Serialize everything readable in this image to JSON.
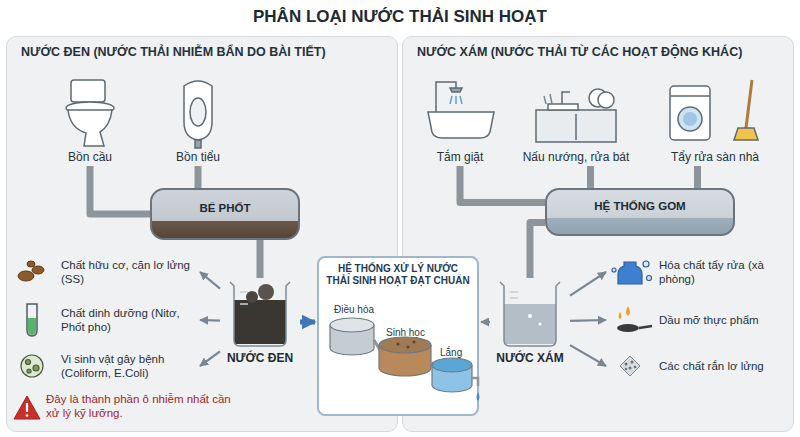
{
  "diagram": {
    "title": "PHÂN LOẠI NƯỚC THẢI SINH HOẠT",
    "nodes": [
      {
        "text": [
          "NƯỚC ĐEN (NƯỚC THẢI NHIỄM BẨN DO BÀI TIẾT)"
        ]
      },
      {
        "text": [
          "Bồn cầu"
        ],
        "in": 0
      },
      {
        "text": [
          "Bồn tiểu"
        ],
        "in": 0
      },
      {
        "text": [
          "BỂ PHỐT"
        ],
        "in": 0
      },
      {
        "text": [
          "NƯỚC ĐEN"
        ],
        "in": 0
      },
      {
        "text": [
          "Chất hữu cơ, cặn lơ lửng (SS)"
        ],
        "in": 0
      },
      {
        "text": [
          "Chất dinh dưỡng (Nitơ, Phốt pho)"
        ],
        "in": 0
      },
      {
        "text": [
          "Vi sinh vật gây bệnh (Coliform, E.Coli)"
        ],
        "in": 0
      },
      {
        "text": [
          "HỆ THỐNG XỬ LÝ NƯỚC THẢI SINH HOẠT ĐẠT CHUẨN"
        ]
      },
      {
        "text": [
          "NƯỚC XÁM (NƯỚC THẢI TỪ CÁC HOẠT ĐỘNG KHÁC)"
        ]
      },
      {
        "text": [
          "Tắm giặt"
        ],
        "in": 9
      },
      {
        "text": [
          "Nấu nướng, rửa bát"
        ],
        "in": 9
      },
      {
        "text": [
          "Tẩy rửa sàn nhà"
        ],
        "in": 9
      },
      {
        "text": [
          "HỆ THỐNG GOM"
        ],
        "in": 9
      },
      {
        "text": [
          "NƯỚC XÁM"
        ],
        "in": 9
      },
      {
        "text": [
          "Hóa chất tẩy rửa (xà phòng)"
        ],
        "in": 9
      },
      {
        "text": [
          "Dầu mỡ thực phẩm"
        ],
        "in": 9
      },
      {
        "text": [
          "Các chất rắn lơ lửng"
        ],
        "in": 9
      }
    ],
    "edges": [
      {
        "from": 1,
        "to": 3,
        "arrow": "none"
      },
      {
        "from": 2,
        "to": 3,
        "arrow": "none"
      },
      {
        "from": 3,
        "to": 4,
        "arrow": "none"
      },
      {
        "from": 4,
        "to": 5,
        "arrow": "to"
      },
      {
        "from": 4,
        "to": 6,
        "arrow": "to"
      },
      {
        "from": 4,
        "to": 7,
        "arrow": "to"
      },
      {
        "from": 4,
        "to": 8,
        "arrow": "to"
      },
      {
        "from": 14,
        "to": 8,
        "arrow": "to"
      },
      {
        "from": 10,
        "to": 13,
        "arrow": "none"
      },
      {
        "from": 11,
        "to": 13,
        "arrow": "none"
      },
      {
        "from": 12,
        "to": 13,
        "arrow": "none"
      },
      {
        "from": 13,
        "to": 14,
        "arrow": "none"
      },
      {
        "from": 14,
        "to": 15,
        "arrow": "to"
      },
      {
        "from": 14,
        "to": 16,
        "arrow": "to"
      },
      {
        "from": 14,
        "to": 17,
        "arrow": "to"
      }
    ],
    "labels": [
      "Đây là thành phần ô nhiễm nhất cần xử lý kỹ lưỡng.",
      "Điều hòa",
      "Sinh học",
      "Lắng"
    ]
  }
}
